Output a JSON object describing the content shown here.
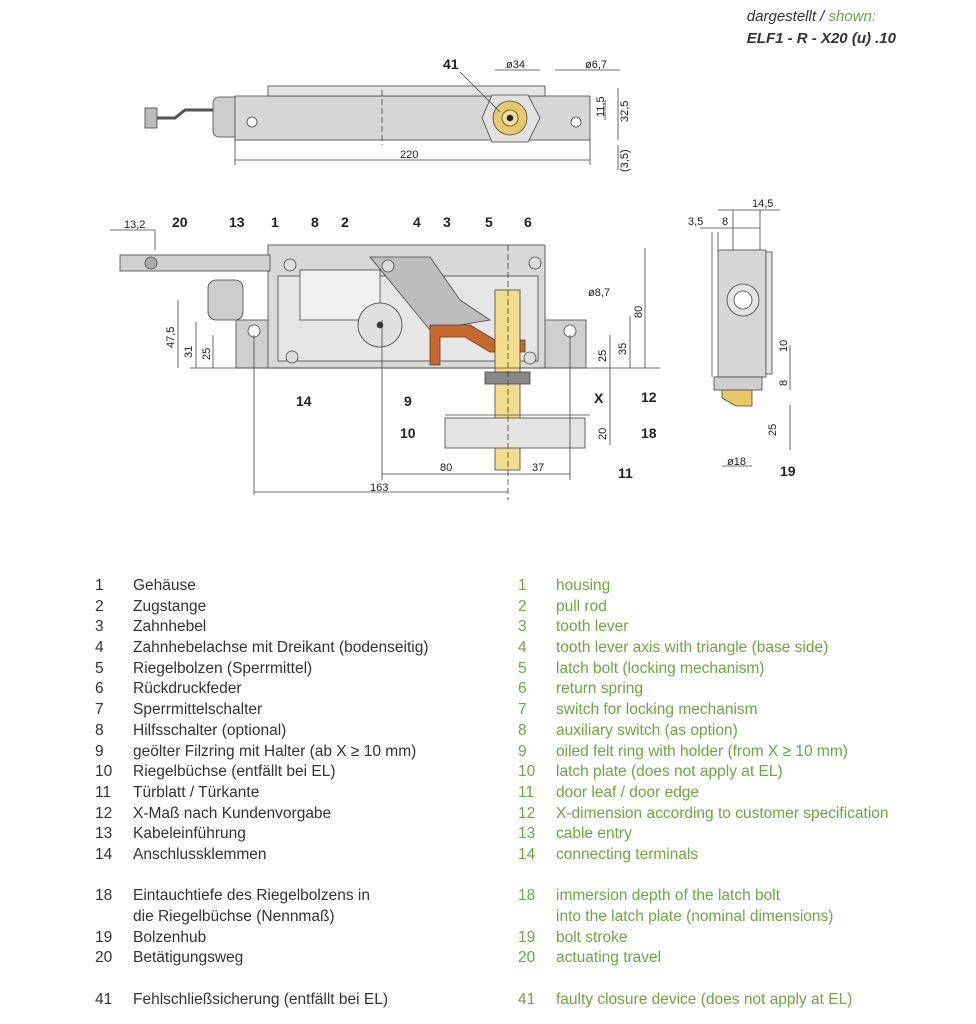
{
  "header": {
    "shown_de": "dargestellt",
    "sep": " / ",
    "shown_en": "shown:",
    "model": "ELF1 - R - X20 (u) .10"
  },
  "colors": {
    "english": "#6aaa3a",
    "german": "#333333",
    "bolt": "#f3dc8a",
    "lever": "#c8692a",
    "housing": "#d4d4d4"
  },
  "drawing": {
    "callouts": {
      "c41": "41",
      "c20": "20",
      "c13": "13",
      "c1": "1",
      "c8": "8",
      "c2": "2",
      "c4": "4",
      "c3": "3",
      "c5": "5",
      "c6": "6",
      "c14": "14",
      "c9": "9",
      "c10": "10",
      "c11": "11",
      "c12": "12",
      "c18": "18",
      "c19": "19",
      "x": "X"
    },
    "dimensions": {
      "d34": "ø34",
      "d67": "ø6,7",
      "d115": "11,5",
      "d325": "32,5",
      "d35b": "(3,5)",
      "d220": "220",
      "d132": "13,2",
      "d87": "ø8,7",
      "d80v": "80",
      "d475": "47,5",
      "d31": "31",
      "d25a": "25",
      "d25b": "25",
      "d35": "35",
      "d20": "20",
      "d80h": "80",
      "d37": "37",
      "d163": "163",
      "d145": "14,5",
      "d35s": "3,5",
      "d8": "8",
      "d10": "10",
      "d8b": "8",
      "d25s": "25",
      "d18": "ø18"
    }
  },
  "legend_de": [
    {
      "n": "1",
      "t": "Gehäuse"
    },
    {
      "n": "2",
      "t": "Zugstange"
    },
    {
      "n": "3",
      "t": "Zahnhebel"
    },
    {
      "n": "4",
      "t": "Zahnhebelachse mit Dreikant (bodenseitig)"
    },
    {
      "n": "5",
      "t": "Riegelbolzen (Sperrmittel)"
    },
    {
      "n": "6",
      "t": "Rückdruckfeder"
    },
    {
      "n": "7",
      "t": "Sperrmittelschalter"
    },
    {
      "n": "8",
      "t": "Hilfsschalter (optional)"
    },
    {
      "n": "9",
      "t": "geölter Filzring mit Halter (ab X ≥ 10 mm)"
    },
    {
      "n": "10",
      "t": "Riegelbüchse (entfällt bei EL)"
    },
    {
      "n": "11",
      "t": "Türblatt / Türkante"
    },
    {
      "n": "12",
      "t": "X-Maß nach Kundenvorgabe"
    },
    {
      "n": "13",
      "t": "Kabeleinführung"
    },
    {
      "n": "14",
      "t": "Anschlussklemmen"
    },
    {
      "n": "18",
      "t": "Eintauchtiefe des Riegelbolzens in",
      "t2": "die Riegelbüchse (Nennmaß)"
    },
    {
      "n": "19",
      "t": "Bolzenhub"
    },
    {
      "n": "20",
      "t": "Betätigungsweg"
    },
    {
      "n": "41",
      "t": "Fehlschließsicherung (entfällt bei EL)"
    }
  ],
  "legend_en": [
    {
      "n": "1",
      "t": "housing"
    },
    {
      "n": "2",
      "t": "pull rod"
    },
    {
      "n": "3",
      "t": "tooth lever"
    },
    {
      "n": "4",
      "t": "tooth lever axis with triangle (base side)"
    },
    {
      "n": "5",
      "t": "latch bolt (locking mechanism)"
    },
    {
      "n": "6",
      "t": "return spring"
    },
    {
      "n": "7",
      "t": "switch for locking mechanism"
    },
    {
      "n": "8",
      "t": "auxiliary switch (as option)"
    },
    {
      "n": "9",
      "t": "oiled felt ring with holder (from X ≥ 10 mm)"
    },
    {
      "n": "10",
      "t": "latch plate (does not apply at EL)"
    },
    {
      "n": "11",
      "t": "door leaf / door edge"
    },
    {
      "n": "12",
      "t": "X-dimension according to customer specification"
    },
    {
      "n": "13",
      "t": "cable entry"
    },
    {
      "n": "14",
      "t": "connecting terminals"
    },
    {
      "n": "18",
      "t": "immersion depth of the latch bolt",
      "t2": "into the latch plate (nominal dimensions)"
    },
    {
      "n": "19",
      "t": "bolt stroke"
    },
    {
      "n": "20",
      "t": "actuating travel"
    },
    {
      "n": "41",
      "t": "faulty closure device (does not apply at EL)"
    }
  ]
}
